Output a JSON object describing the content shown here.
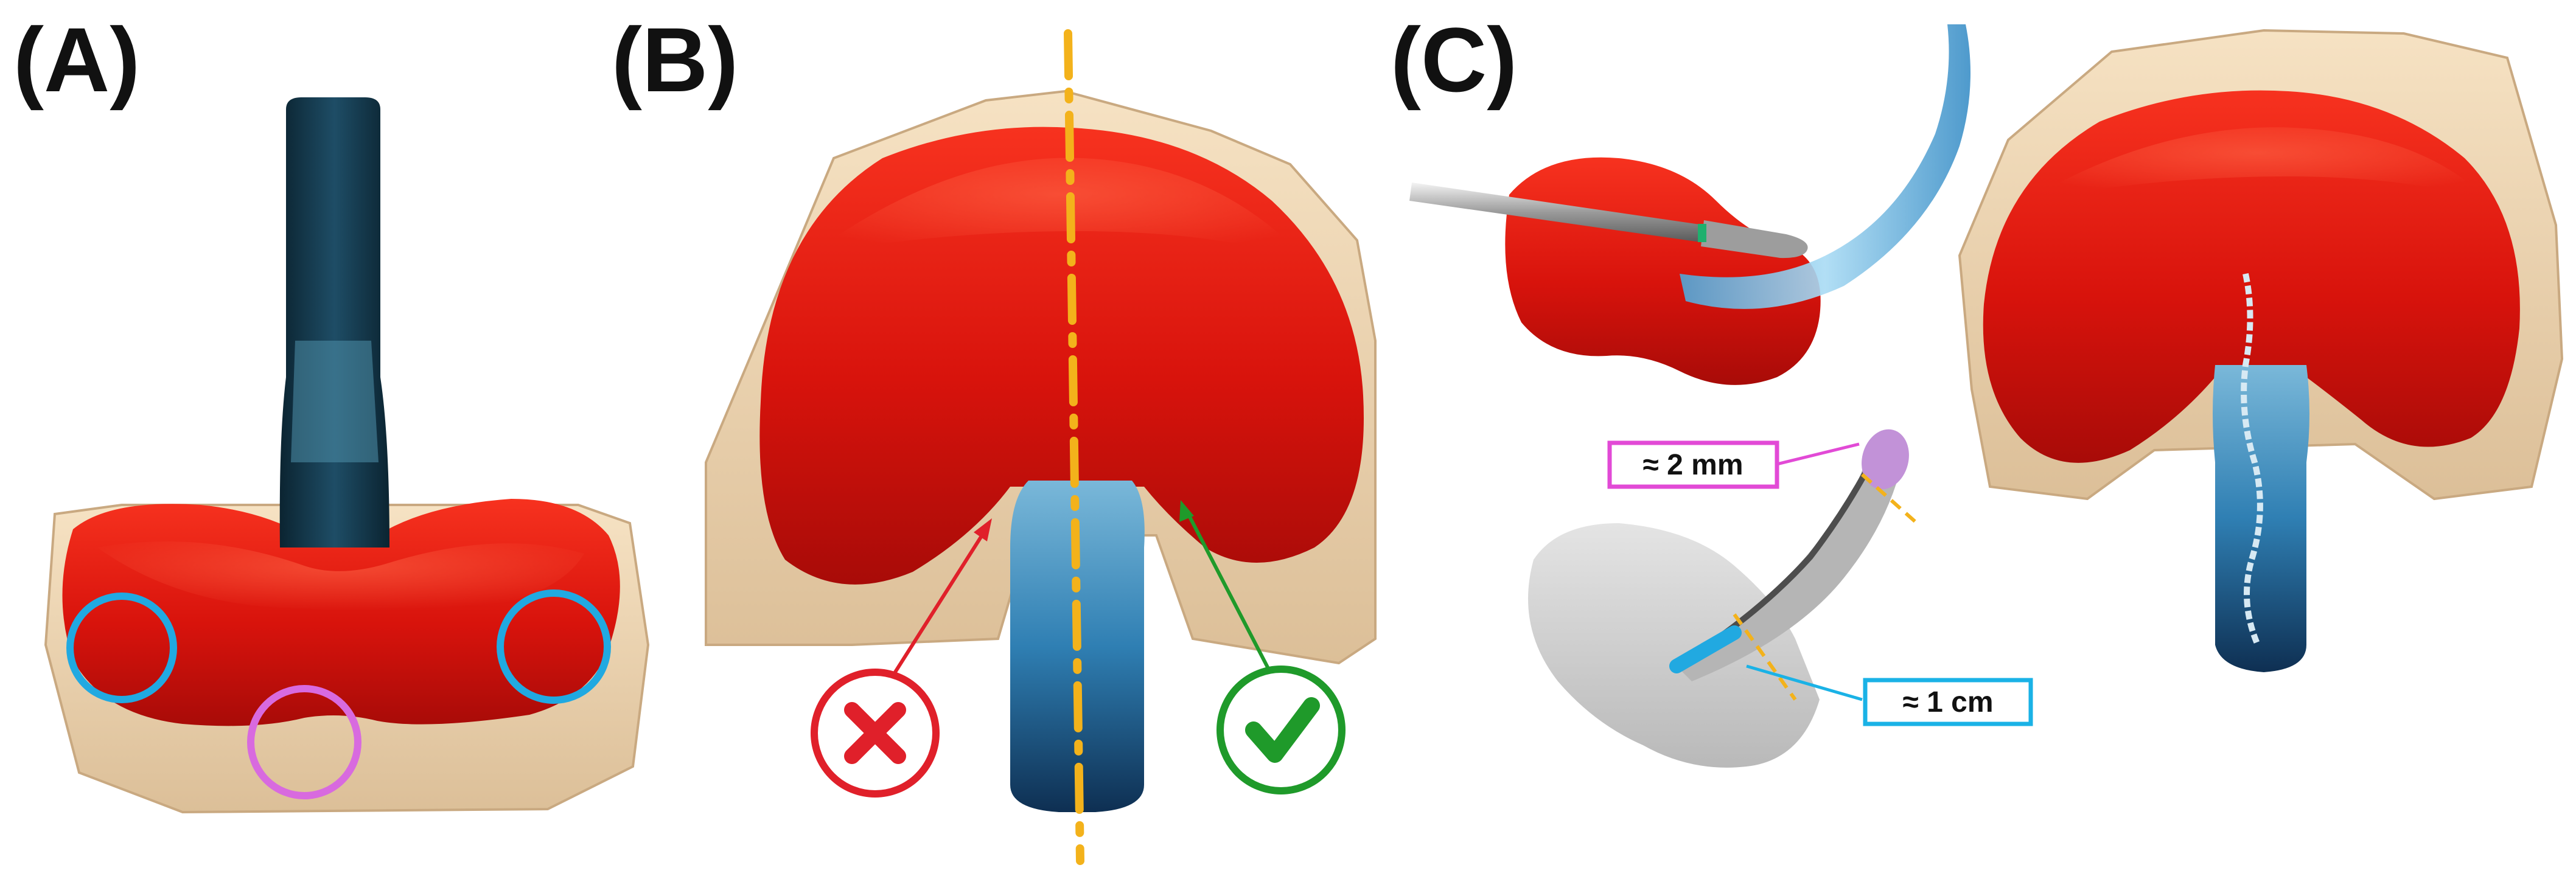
{
  "panels": {
    "a": {
      "label": "(A)"
    },
    "b": {
      "label": "(B)"
    },
    "c": {
      "label": "(C)"
    }
  },
  "measurements": {
    "tip": {
      "text": "≈ 2 mm",
      "color": "#e24ad6"
    },
    "section": {
      "text": "≈ 1 cm",
      "color": "#1ab2e6"
    }
  },
  "colors": {
    "appliance_red": "#e0160f",
    "dental_model": "#efd7b4",
    "circle_blue": "#21a9e1",
    "circle_pink": "#d86adf",
    "midline": "#f3b21b",
    "wrong_mark": "#e0202a",
    "correct_mark": "#1f9a2a",
    "scan_gray": "#cfcfcf"
  },
  "markers": {
    "wrong": "cross-mark-icon",
    "correct": "check-mark-icon"
  }
}
